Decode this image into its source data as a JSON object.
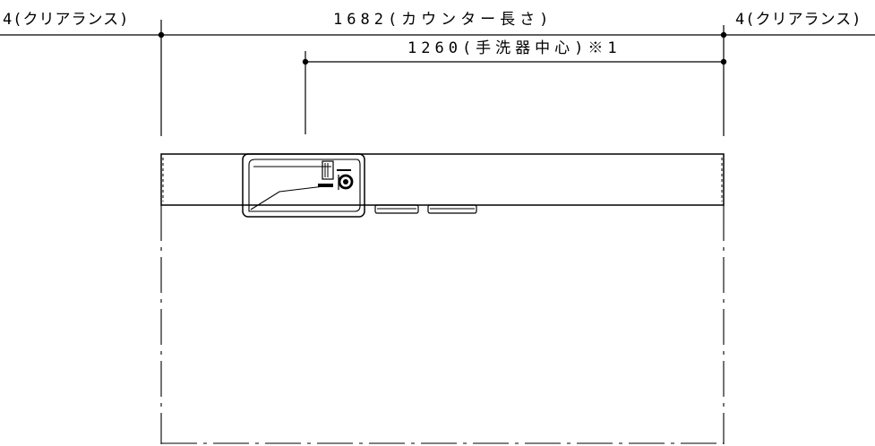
{
  "dimensions": {
    "clearance_left": "4(クリアランス)",
    "counter_length": "1682(カウンター長さ)",
    "clearance_right": "4(クリアランス)",
    "sink_center": "1260(手洗器中心)※1"
  },
  "colors": {
    "line": "#000000",
    "background": "#ffffff"
  }
}
